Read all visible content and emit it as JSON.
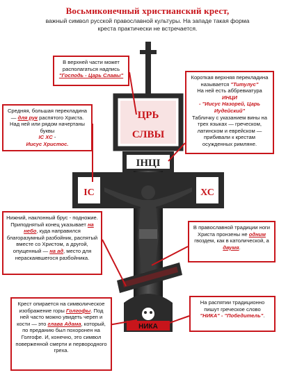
{
  "title": "Восьмиконечный христианский крест,",
  "subtitle": [
    "важный символ русской православной культуры. На западе такая форма",
    "креста практически не встречается."
  ],
  "colors": {
    "accent": "#c8151b",
    "metal": "#2b2b2b",
    "enamel": "#c8151b"
  },
  "cross_inscriptions": {
    "top": [
      "ЦРЬ",
      "СЛВЫ"
    ],
    "titulus": "ІНЦІ",
    "left_arm": "ІС",
    "right_arm": "ХС",
    "footstone": "НИКА"
  },
  "callouts": {
    "c1": {
      "before": "В верхней части может располагаться надпись",
      "em": "\"Господь - Царь Славы\"",
      "after": ""
    },
    "c2": {
      "p1": "Короткая верхняя перекладина называется",
      "p1em": "\"Титулус\"",
      "p2": "На ней есть аббревиатура",
      "p2em": "ИНЦИ",
      "p3em": "- \"Иисус Назорей, Царь Иудейский\"",
      "p4": "Табличку с указанием вины на трех языках — греческом, латинском и еврейском — прибивали к крестам осужденных римляне."
    },
    "c3": {
      "p1": "Средняя, большая перекладина —",
      "p1em": "для рук",
      "p2": "распятого Христа. Над ней или рядом начертаны буквы",
      "p3em": "IC XC",
      "p4": "-",
      "p5em": "Иисус Христос."
    },
    "c4": {
      "p1": "Нижний, наклонный брус - подножие. Приподнятый конец указывает",
      "em1": "на небо",
      "p2": ", куда направился благоразумный разбойник, распятый вместе со Христом, а другой, опущенный —",
      "em2": "на ад",
      "p3": ", место для нераскаявшегося разбойника."
    },
    "c5": {
      "p1": "В православной традиции ноги Христа пронзены не",
      "em1": "одним",
      "p2": "гвоздем, как в католической, а",
      "em2": "двумя",
      "p3": "."
    },
    "c6": {
      "p1": "Крест опирается на символическое изображение горы",
      "em1": "Голгофы",
      "p2": ". Под ней часто можно увидеть череп и кости — это",
      "em2": "глава Адама",
      "p3": ", который, по преданию был похоронен на Голгофе. И, конечно, это символ поверженной смерти и первородного греха."
    },
    "c7": {
      "p1": "На распятии традиционно пишут греческое слово",
      "em1": "\"НИКА\" - \"Победитель\"",
      "p2": "."
    }
  }
}
